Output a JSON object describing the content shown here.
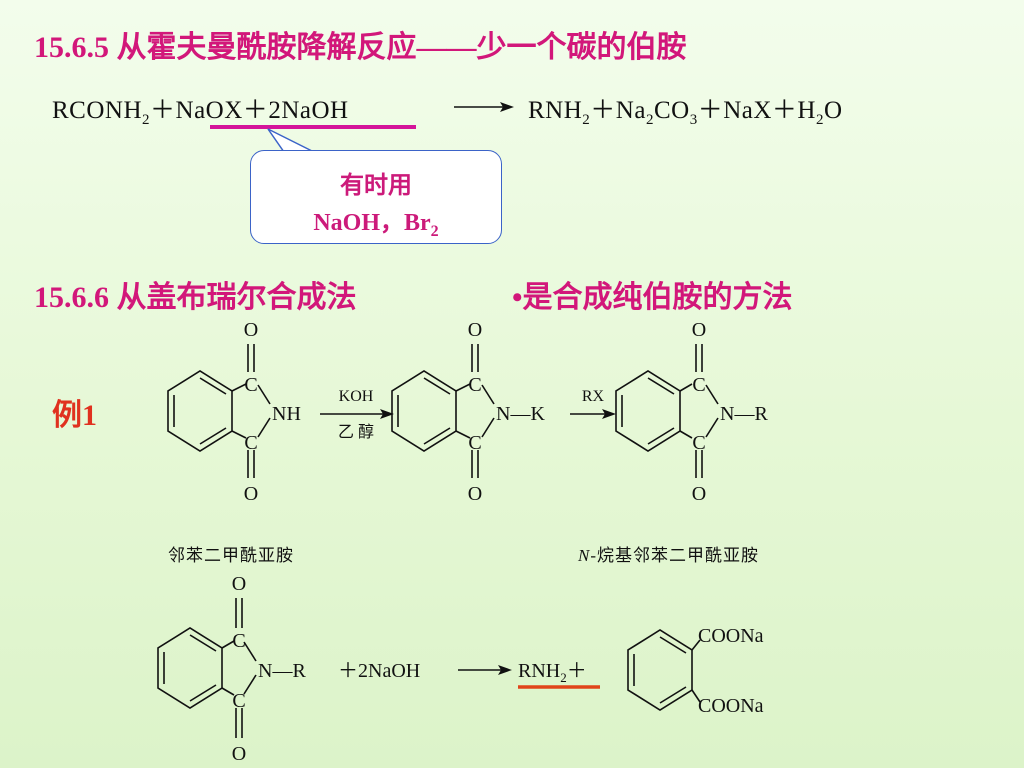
{
  "section1": {
    "title": "15.6.5 从霍夫曼酰胺降解反应——少一个碳的伯胺",
    "equation_left": "RCONH",
    "equation_left_sub": "2",
    "plus1": "＋",
    "reagent": "NaOX",
    "plus2": "＋",
    "base": "2NaOH",
    "products": [
      {
        "t": "RNH",
        "s": "2"
      },
      {
        "t": "＋Na",
        "s": "2"
      },
      {
        "t": "CO",
        "s": "3"
      },
      {
        "t": "＋NaX＋H",
        "s": "2"
      },
      {
        "t": "O",
        "s": ""
      }
    ],
    "note_line1": "有时用",
    "note_line2_main": "NaOH，Br",
    "note_line2_sub": "2"
  },
  "section2": {
    "title": "15.6.6 从盖布瑞尔合成法",
    "bullet": "•是合成纯伯胺的方法"
  },
  "example_label": "例1",
  "reaction1": {
    "reagent_top": "KOH",
    "reagent_bottom": "乙 醇",
    "reagent2": "RX",
    "caption_left": "邻苯二甲酰亚胺",
    "caption_right_italic": "N",
    "caption_right": "-烷基邻苯二甲酰亚胺",
    "substituent1": "NH",
    "substituent2": "N—K",
    "substituent3": "N—R"
  },
  "reaction2": {
    "substituent": "N—R",
    "reagent": "＋2NaOH",
    "product_amine": "RNH",
    "product_amine_sub": "2",
    "plus": "＋",
    "carboxylate_top": "COONa",
    "carboxylate_bottom": "COONa"
  },
  "atoms": {
    "O": "O",
    "C": "C"
  },
  "colors": {
    "heading": "#d2177a",
    "example": "#e0311f",
    "underline_magenta": "#d4149a",
    "underline_orange": "#e0441a",
    "note_border": "#3b63c8"
  }
}
